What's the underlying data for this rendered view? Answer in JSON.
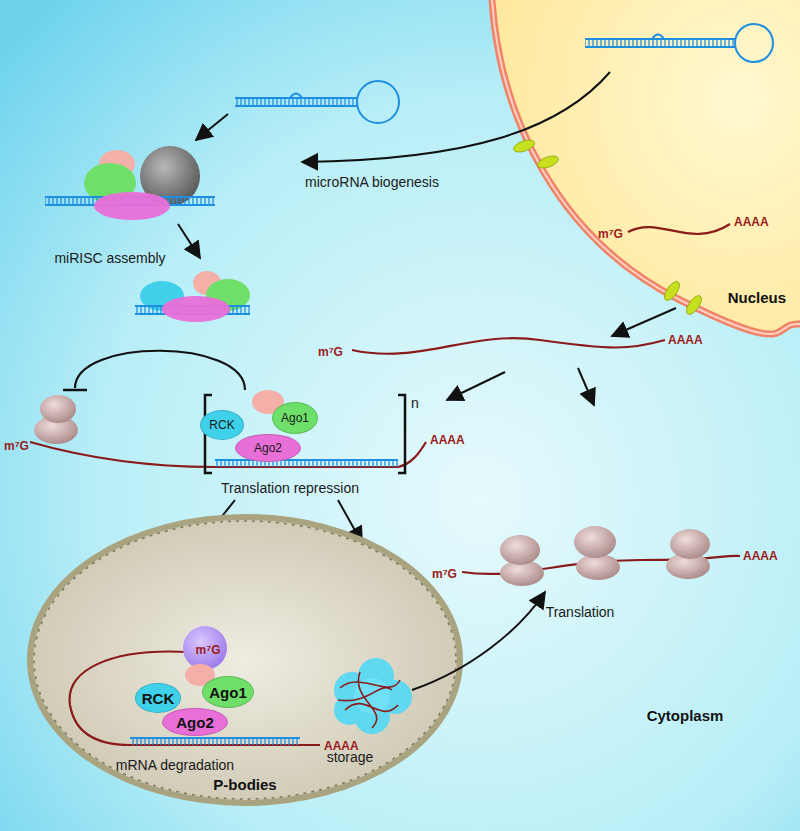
{
  "diagram": {
    "nodes": [
      {
        "text": [
          "Nucleus"
        ]
      },
      {
        "text": [
          "RCK"
        ]
      },
      {
        "text": [
          "Ago1"
        ]
      },
      {
        "text": [
          "Ago2"
        ]
      },
      {
        "text": [
          "P-bodies"
        ]
      },
      {
        "text": [
          "RCK"
        ],
        "in": 4
      },
      {
        "text": [
          "Ago1"
        ],
        "in": 4
      },
      {
        "text": [
          "Ago2"
        ],
        "in": 4
      }
    ],
    "labels": [
      "microRNA biogenesis",
      "miRISC assembly",
      "m⁷G",
      "AAAA",
      "m⁷G",
      "AAAA",
      "n",
      "m⁷G",
      "AAAA",
      "Translation repression",
      "m⁷G",
      "AAAA",
      "Translation",
      "m⁷G",
      "AAAA",
      "mRNA degradation",
      "storage",
      "Cytoplasm"
    ]
  }
}
